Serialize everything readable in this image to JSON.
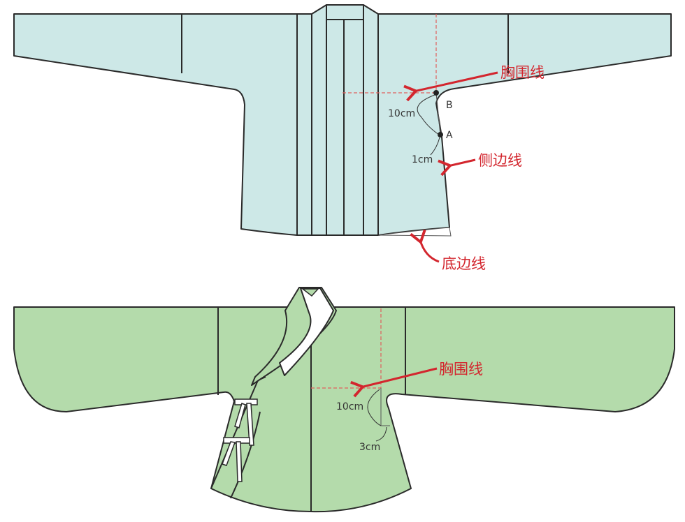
{
  "colors": {
    "top_fabric": "#cde8e7",
    "bottom_fabric": "#b4dbab",
    "annotation": "#d3262e",
    "outline": "#2a2a2a"
  },
  "top_garment": {
    "chest_line_label": "胸围线",
    "side_line_label": "侧边线",
    "hem_line_label": "底边线",
    "point_b": "B",
    "point_a": "A",
    "measure_10": "10cm",
    "measure_1": "1cm"
  },
  "bottom_garment": {
    "chest_line_label": "胸围线",
    "measure_10": "10cm",
    "measure_3": "3cm"
  }
}
